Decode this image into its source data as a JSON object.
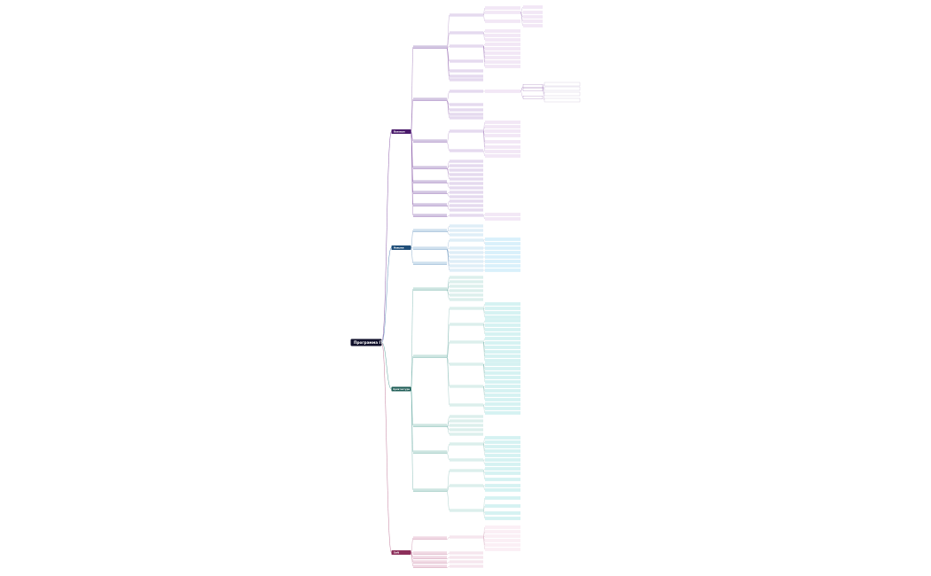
{
  "root": {
    "label": "Программа IT"
  },
  "colors": {
    "purple": {
      "main": "#4a1a6b",
      "line": "#8a5aa8",
      "l1": "#d3c6e2",
      "l2": "#e5daef",
      "l3": "#f2e7f6"
    },
    "blue": {
      "main": "#1f4e79",
      "line": "#5d8db8",
      "l1": "#cfe0ee",
      "l2": "#dfeef7",
      "l3": "#d9f0fb"
    },
    "teal": {
      "main": "#1e5c56",
      "line": "#5aa39b",
      "l1": "#cde5e1",
      "l2": "#dcefec",
      "l3": "#d5f2f2"
    },
    "pink": {
      "main": "#8c2f5a",
      "line": "#c17a9b",
      "l1": "#f1d9e4",
      "l2": "#f6e6ee",
      "l3": "#fbeff5"
    }
  },
  "branches": [
    {
      "label": "Базовые",
      "color": "purple"
    },
    {
      "label": "Навыки",
      "color": "blue"
    },
    {
      "label": "Архитектура",
      "color": "teal"
    },
    {
      "label": "Soft",
      "color": "pink"
    }
  ]
}
